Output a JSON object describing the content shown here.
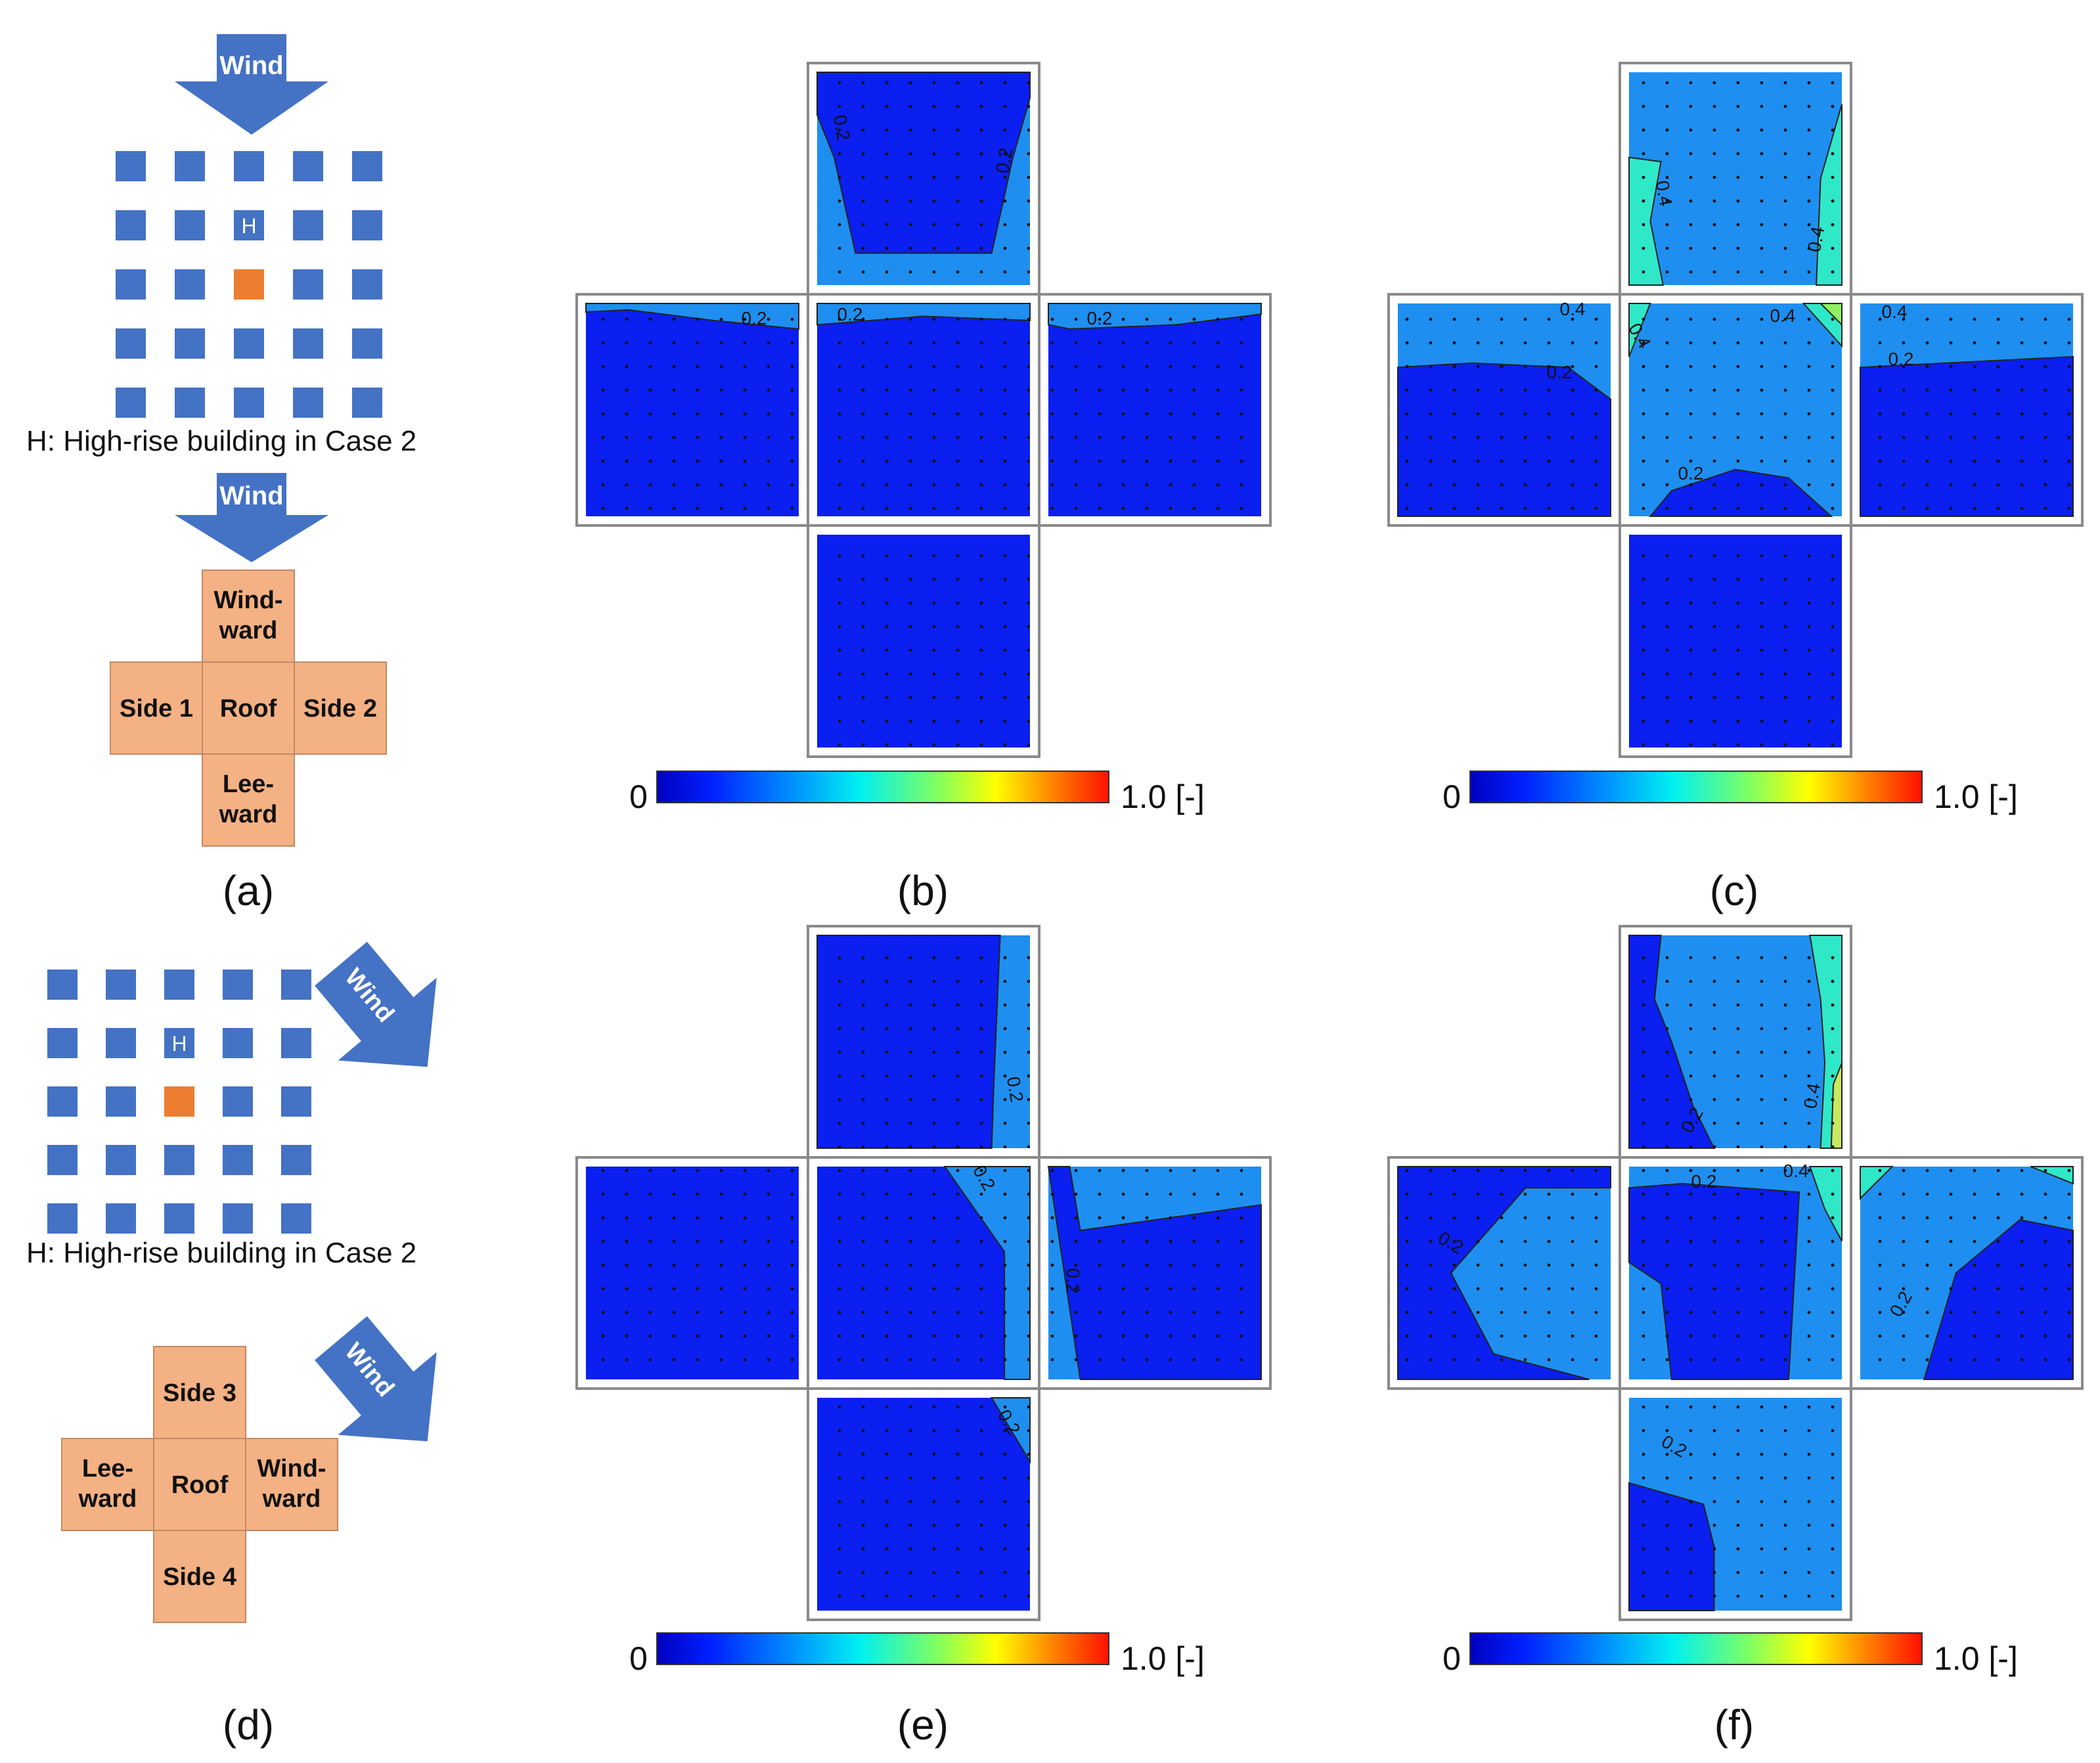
{
  "labels": {
    "wind": "Wind",
    "high_rise_caption": "H: High-rise building in Case 2",
    "high_rise_marker": "H"
  },
  "faces_case1": {
    "windward": [
      "Wind-",
      "ward"
    ],
    "side1": "Side 1",
    "roof": "Roof",
    "side2": "Side 2",
    "leeward": [
      "Lee-",
      "ward"
    ]
  },
  "faces_case2": {
    "side3": "Side 3",
    "leeward": [
      "Lee-",
      "ward"
    ],
    "roof": "Roof",
    "windward": [
      "Wind-",
      "ward"
    ],
    "side4": "Side 4"
  },
  "panel_labels": [
    "(a)",
    "(b)",
    "(c)",
    "(d)",
    "(e)",
    "(f)"
  ],
  "colorbar": {
    "min": "0",
    "max": "1.0 [-]"
  },
  "contours": {
    "b": [
      "0.2",
      "0.2",
      "0.2",
      "0.2",
      "0.2"
    ],
    "c": [
      "0.4",
      "0.4",
      "0.4",
      "0.2",
      "0.4",
      "0.4",
      "0.4",
      "0.2",
      "0.2"
    ],
    "e": [
      "0.2",
      "0.2",
      "0.2",
      "0.2"
    ],
    "f": [
      "0.2",
      "0.4",
      "0.2",
      "0.4",
      "0.2",
      "0.2",
      "0.2"
    ]
  },
  "colors": {
    "low": "#0a1ff0",
    "mid": "#1e8ff0",
    "cyan": "#2fe8c8",
    "building": "#4472c4",
    "target": "#ed7d31",
    "face": "#f4b183"
  }
}
